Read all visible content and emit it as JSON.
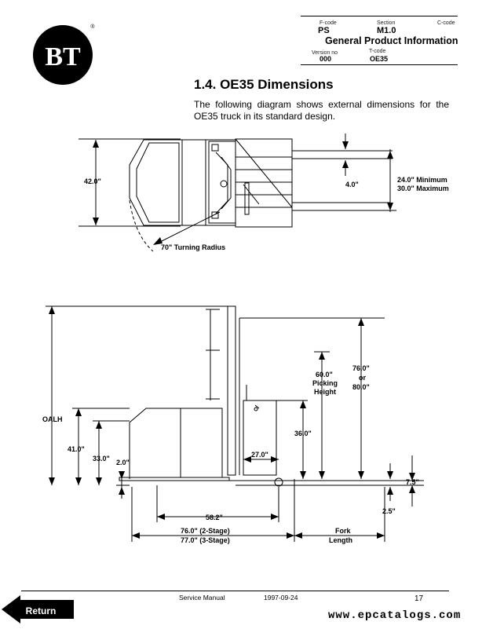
{
  "logo": {
    "text": "BT",
    "mark": "®"
  },
  "header": {
    "fcode_label": "F-code",
    "fcode_value": "PS",
    "section_label": "Section",
    "section_value": "M1.0",
    "ccode_label": "C-code",
    "title": "General Product Information",
    "version_label": "Version no",
    "version_value": "000",
    "tcode_label": "T-code",
    "tcode_value": "OE35"
  },
  "section_title": "1.4. OE35 Dimensions",
  "intro": "The following diagram shows external dimensions for the OE35 truck in its standard design.",
  "top_view": {
    "width_label": "42.0\"",
    "fork_gap_label": "4.0\"",
    "spread_min": "24.0\" Minimum",
    "spread_max": "30.0\" Maximum",
    "turning_radius": "70\" Turning Radius"
  },
  "side_view": {
    "oalh": "OALH",
    "h41": "41.0\"",
    "h33": "33.0\"",
    "h2": "2.0\"",
    "h36": "36.0\"",
    "d27": "27.0\"",
    "picking_1": "60.0\"",
    "picking_2": "Picking",
    "picking_3": "Height",
    "h76_1": "76.0\"",
    "h76_2": "or",
    "h76_3": "80.0\"",
    "h75": "7.5\"",
    "h25": "2.5\"",
    "wb": "58.2\"",
    "len1": "76.0\" (2-Stage)",
    "len2": "77.0\" (3-Stage)",
    "fork1": "Fork",
    "fork2": "Length"
  },
  "footer": {
    "manual": "Service Manual",
    "date": "1997-09-24",
    "page": "17",
    "return_label": "Return",
    "watermark": "www.epcatalogs.com"
  }
}
